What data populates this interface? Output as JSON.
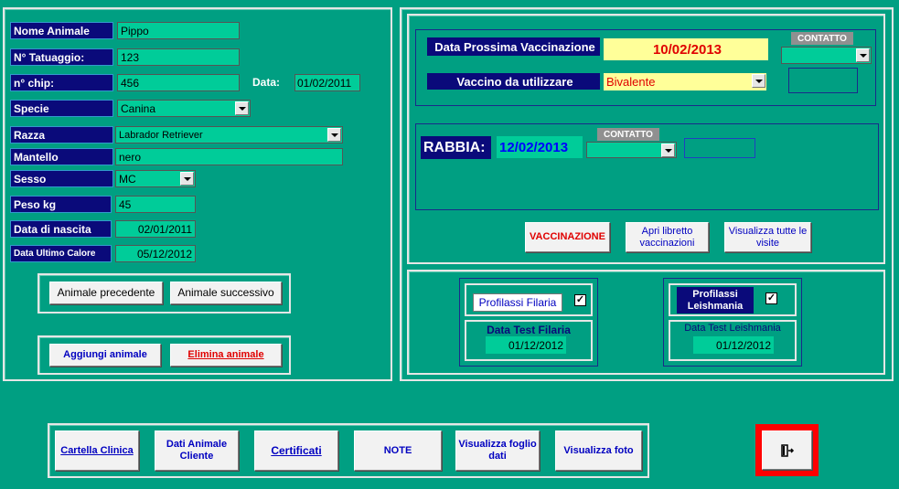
{
  "animal": {
    "nome_label": "Nome Animale",
    "nome_value": "Pippo",
    "tatuaggio_label": "N° Tatuaggio:",
    "tatuaggio_value": "123",
    "chip_label": "n° chip:",
    "chip_value": "456",
    "data_label": "Data:",
    "data_value": "01/02/2011",
    "specie_label": "Specie",
    "specie_value": "Canina",
    "razza_label": "Razza",
    "razza_value": "Labrador Retriever",
    "mantello_label": "Mantello",
    "mantello_value": "nero",
    "sesso_label": "Sesso",
    "sesso_value": "MC",
    "peso_label": "Peso kg",
    "peso_value": "45",
    "nascita_label": "Data di nascita",
    "nascita_value": "02/01/2011",
    "calore_label": "Data Ultimo Calore",
    "calore_value": "05/12/2012"
  },
  "nav": {
    "prev": "Animale precedente",
    "next": "Animale successivo",
    "add": "Aggiungi animale",
    "delete": "Elimina animale"
  },
  "vacc": {
    "next_label": "Data Prossima Vaccinazione",
    "next_value": "10/02/2013",
    "vaccine_label": "Vaccino da utilizzare",
    "vaccine_value": "Bivalente",
    "contatto": "CONTATTO"
  },
  "rabbia": {
    "label": "RABBIA:",
    "value": "12/02/2013",
    "contatto": "CONTATTO"
  },
  "actions": {
    "vaccinazione": "VACCINAZIONE",
    "libretto": "Apri libretto vaccinazioni",
    "visite": "Visualizza tutte le visite"
  },
  "filaria": {
    "label": "Profilassi Filaria",
    "checked": "✓",
    "test_label": "Data Test Filaria",
    "test_value": "01/12/2012"
  },
  "leish": {
    "label": "Profilassi Leishmania",
    "checked": "✓",
    "test_label": "Data Test Leishmania",
    "test_value": "01/12/2012"
  },
  "bottom": {
    "cartella": "Cartella Clinica",
    "dati": "Dati Animale Cliente",
    "certificati": "Certificati",
    "note": "NOTE",
    "foglio": "Visualizza foglio dati",
    "foto": "Visualizza foto"
  },
  "colors": {
    "background": "#009f82",
    "label_bg": "#0a0a7a",
    "field_bg": "#00cc99",
    "highlight": "#ffff99",
    "exit_border": "#ff0000"
  }
}
